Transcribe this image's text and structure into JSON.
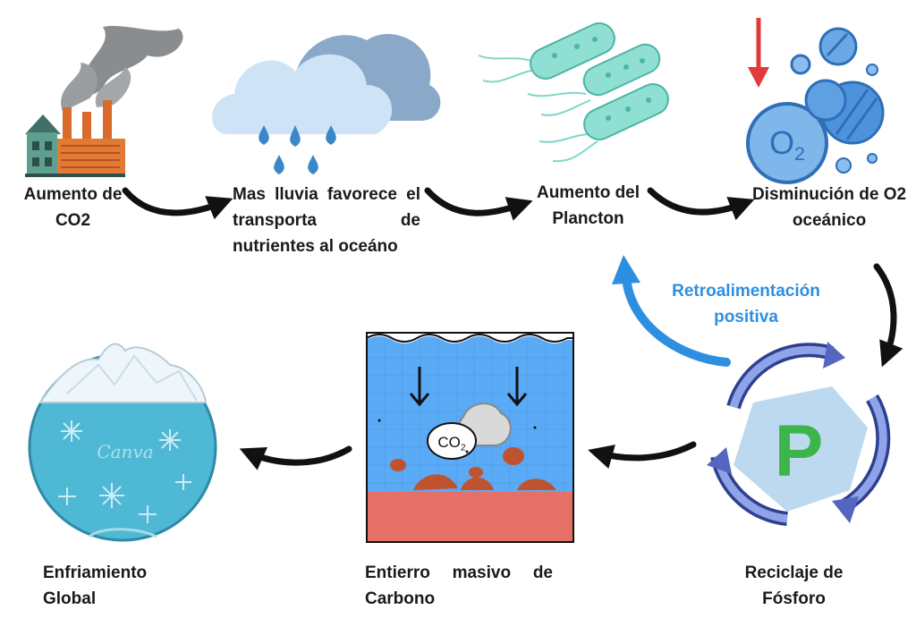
{
  "labels": {
    "co2": "Aumento de CO2",
    "rain": "Mas lluvia favorece el transporta de nutrientes al oceáno",
    "plankton": "Aumento del Plancton",
    "o2": "Disminución de O2 oceánico",
    "phosphorus": "Reciclaje de Fósforo",
    "burial": "Entierro masivo de Carbono",
    "cooling": "Enfriamiento Global",
    "feedback": "Retroalimentación positiva"
  },
  "icons": {
    "o2_symbol": "O2",
    "co2_symbol": "CO2",
    "phosphorus_symbol": "P",
    "watermark": "Canva"
  },
  "colors": {
    "text": "#1a1a1a",
    "feedback": "#2e8fe0",
    "water": "#5aaaf5",
    "sediment": "#e57068",
    "phosphorus_green": "#3cb54a",
    "o2_blue": "#3b84d6",
    "arrow_red": "#e23a3a"
  }
}
